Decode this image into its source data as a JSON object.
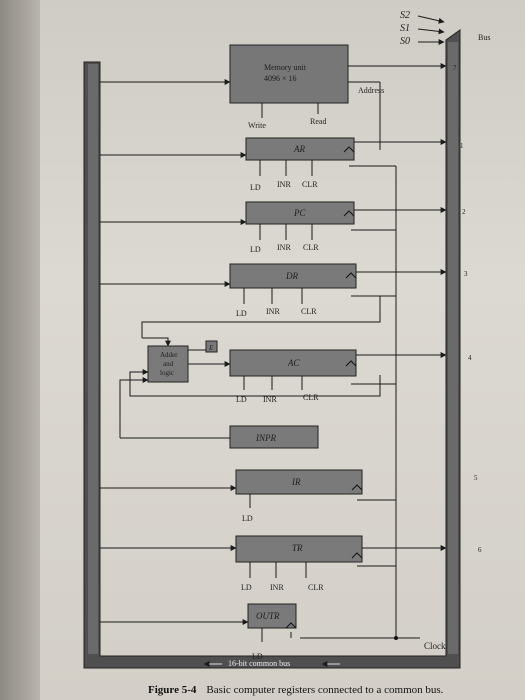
{
  "selects": [
    "S2",
    "S1",
    "S0"
  ],
  "bus_label": "Bus",
  "memory": {
    "title": "Memory unit",
    "size": "4096 × 16"
  },
  "address_label": "Address",
  "write_label": "Write",
  "read_label": "Read",
  "registers": {
    "ar": "AR",
    "pc": "PC",
    "dr": "DR",
    "ac": "AC",
    "inpr": "INPR",
    "ir": "IR",
    "tr": "TR",
    "outr": "OUTR"
  },
  "ctrl": {
    "ld": "LD",
    "inr": "INR",
    "clr": "CLR"
  },
  "alu": {
    "line1": "Adder",
    "line2": "and",
    "line3": "logic"
  },
  "e_label": "E",
  "bus_numbers": [
    "7",
    "1",
    "2",
    "3",
    "4",
    "5",
    "6"
  ],
  "clock_label": "Clock",
  "bus_width_label": "16-bit common bus",
  "caption": {
    "figure": "Figure 5-4",
    "text": "Basic computer registers connected to a common bus."
  }
}
